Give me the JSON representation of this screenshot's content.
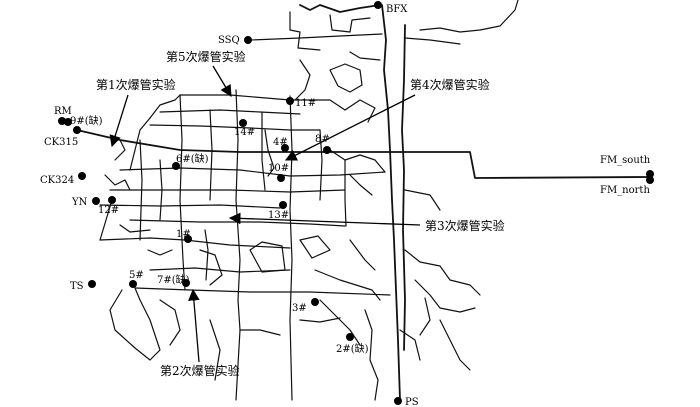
{
  "stations": [
    {
      "id": "BFX",
      "label": "BFX"
    },
    {
      "id": "SSQ",
      "label": "SSQ"
    },
    {
      "id": "RM",
      "label": "RM"
    },
    {
      "id": "9",
      "label": "9#(缺)"
    },
    {
      "id": "CK315",
      "label": "CK315"
    },
    {
      "id": "CK324",
      "label": "CK324"
    },
    {
      "id": "YN",
      "label": "YN"
    },
    {
      "id": "12",
      "label": "12#"
    },
    {
      "id": "11",
      "label": "11#"
    },
    {
      "id": "14",
      "label": "14#"
    },
    {
      "id": "4",
      "label": "4#"
    },
    {
      "id": "8",
      "label": "8#"
    },
    {
      "id": "6",
      "label": "6#(缺)"
    },
    {
      "id": "10",
      "label": "10#"
    },
    {
      "id": "13",
      "label": "13#"
    },
    {
      "id": "1",
      "label": "1#"
    },
    {
      "id": "5",
      "label": "5#"
    },
    {
      "id": "7",
      "label": "7#(缺)"
    },
    {
      "id": "TS",
      "label": "TS"
    },
    {
      "id": "3",
      "label": "3#"
    },
    {
      "id": "2",
      "label": "2#(缺)"
    },
    {
      "id": "PS",
      "label": "PS"
    },
    {
      "id": "FM_south",
      "label": "FM_south"
    },
    {
      "id": "FM_north",
      "label": "FM_north"
    }
  ],
  "experiments": [
    {
      "id": "exp1",
      "label": "第1次爆管实验"
    },
    {
      "id": "exp2",
      "label": "第2次爆管实验"
    },
    {
      "id": "exp3",
      "label": "第3次爆管实验"
    },
    {
      "id": "exp4",
      "label": "第4次爆管实验"
    },
    {
      "id": "exp5",
      "label": "第5次爆管实验"
    }
  ]
}
